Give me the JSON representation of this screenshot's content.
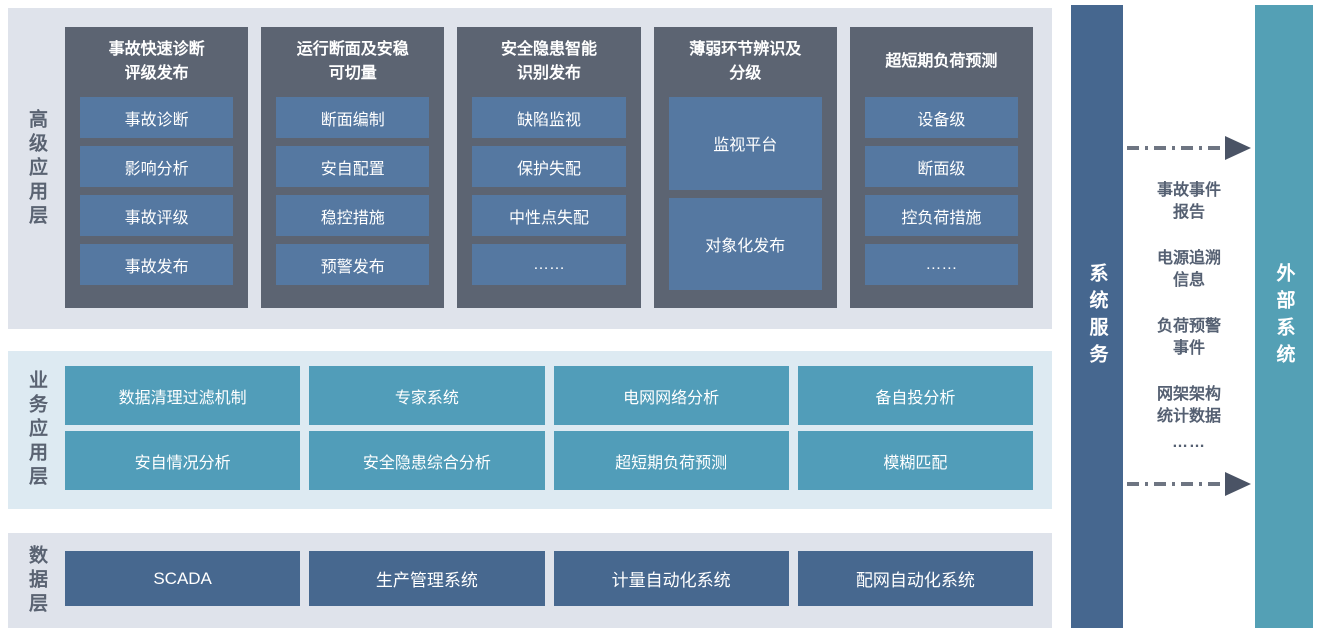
{
  "colors": {
    "section_bg_gray": "#dfe3eb",
    "section_bg_blue": "#ddeaf2",
    "group_bg": "#5c6472",
    "item_blue": "#5578a1",
    "item_teal": "#519db9",
    "item_navy": "#47688f",
    "bar_services": "#46678f",
    "bar_external": "#54a0b5",
    "label_text": "#5a6372",
    "exchange_text": "#556072",
    "arrow_line": "#6e7582",
    "arrow_head": "#4a5365"
  },
  "layers": {
    "advanced": {
      "label": "高级应用层",
      "groups": [
        {
          "title": "事故快速诊断\n评级发布",
          "items": [
            "事故诊断",
            "影响分析",
            "事故评级",
            "事故发布"
          ]
        },
        {
          "title": "运行断面及安稳\n可切量",
          "items": [
            "断面编制",
            "安自配置",
            "稳控措施",
            "预警发布"
          ]
        },
        {
          "title": "安全隐患智能\n识别发布",
          "items": [
            "缺陷监视",
            "保护失配",
            "中性点失配",
            "……"
          ]
        },
        {
          "title": "薄弱环节辨识及\n分级",
          "items": [
            "监视平台",
            "对象化发布"
          ]
        },
        {
          "title": "超短期负荷预测",
          "items": [
            "设备级",
            "断面级",
            "控负荷措施",
            "……"
          ]
        }
      ]
    },
    "business": {
      "label": "业务应用层",
      "items": [
        "数据清理过滤机制",
        "专家系统",
        "电网网络分析",
        "备自投分析",
        "安自情况分析",
        "安全隐患综合分析",
        "超短期负荷预测",
        "模糊匹配"
      ]
    },
    "data": {
      "label": "数据层",
      "items": [
        "SCADA",
        "生产管理系统",
        "计量自动化系统",
        "配网自动化系统"
      ]
    }
  },
  "services_bar": {
    "label": "系统服务"
  },
  "external_bar": {
    "label": "外部系统"
  },
  "exchange": {
    "items": [
      "事故事件\n报告",
      "电源追溯\n信息",
      "负荷预警\n事件",
      "网架架构\n统计数据"
    ],
    "ellipsis": "……"
  }
}
